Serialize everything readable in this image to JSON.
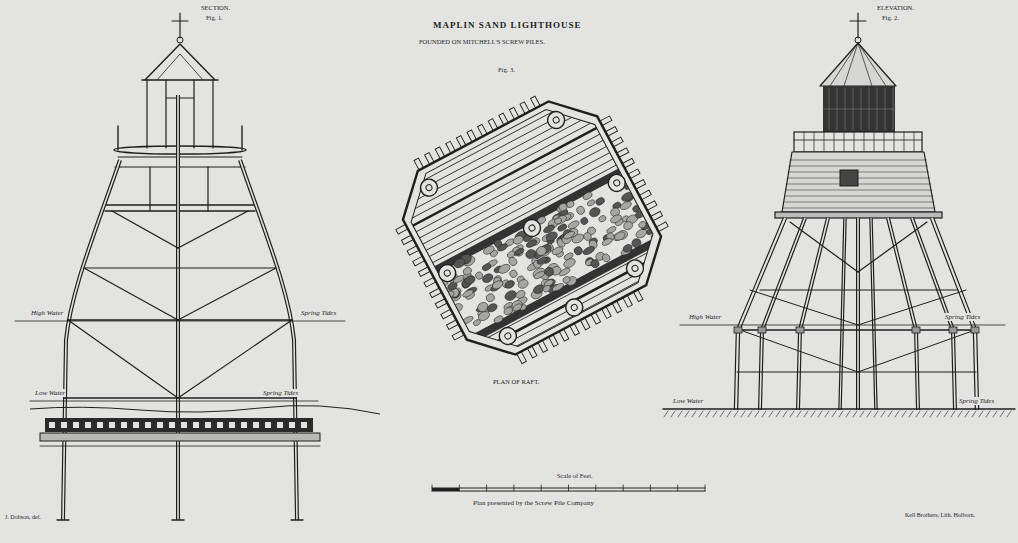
{
  "diagram": {
    "title": "MAPLIN SAND LIGHTHOUSE",
    "labels": [
      "FOUNDED ON MITCHELL'S SCREW PILES.",
      "SECTION.",
      "Fig. 1.",
      "Fig. 3.",
      "PLAN OF RAFT.",
      "ELEVATION.",
      "Fig. 2.",
      "High Water",
      "Spring Tides",
      "Low Water",
      "Spring Tides",
      "High Water",
      "Spring Tides",
      "Low Water",
      "Spring Tides",
      "Scale of Feet.",
      "Plan presented by the Screw Pile Company",
      "J. Dobson, del.",
      "Kell Brothers, Lith. Holborn."
    ]
  }
}
